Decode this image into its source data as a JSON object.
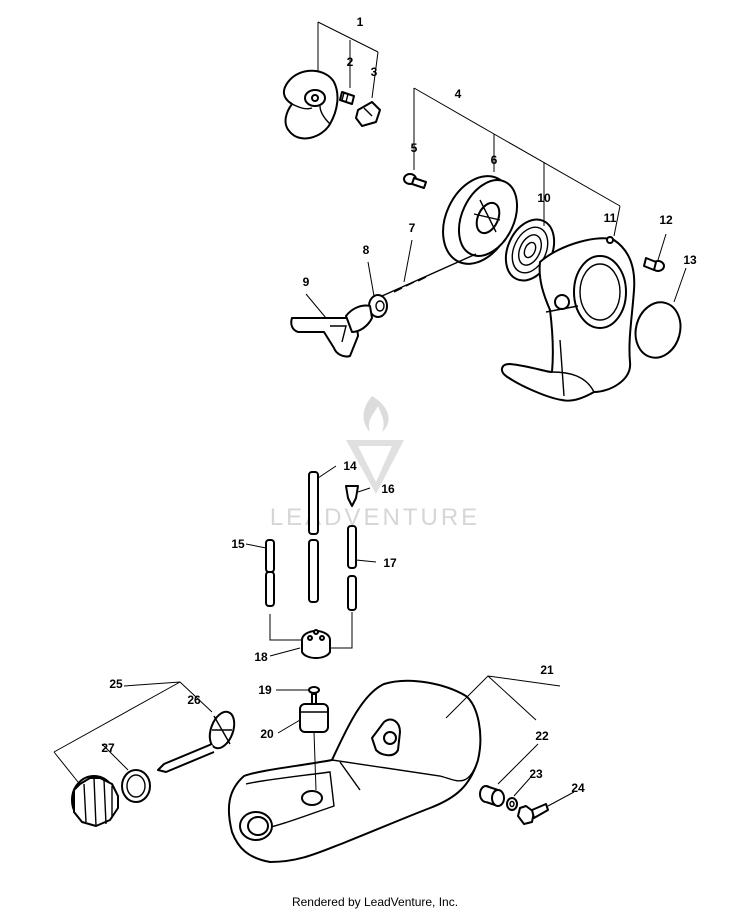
{
  "watermark": {
    "text": "LEADVENTURE"
  },
  "footer": {
    "text": "Rendered by LeadVenture, Inc."
  },
  "callouts": {
    "c1": "1",
    "c2": "2",
    "c3": "3",
    "c4": "4",
    "c5": "5",
    "c6": "6",
    "c7": "7",
    "c8": "8",
    "c9": "9",
    "c10": "10",
    "c11": "11",
    "c12": "12",
    "c13": "13",
    "c14": "14",
    "c15": "15",
    "c16": "16",
    "c17": "17",
    "c18": "18",
    "c19": "19",
    "c20": "20",
    "c21": "21",
    "c22": "22",
    "c23": "23",
    "c24": "24",
    "c25": "25",
    "c26": "26",
    "c27": "27"
  }
}
